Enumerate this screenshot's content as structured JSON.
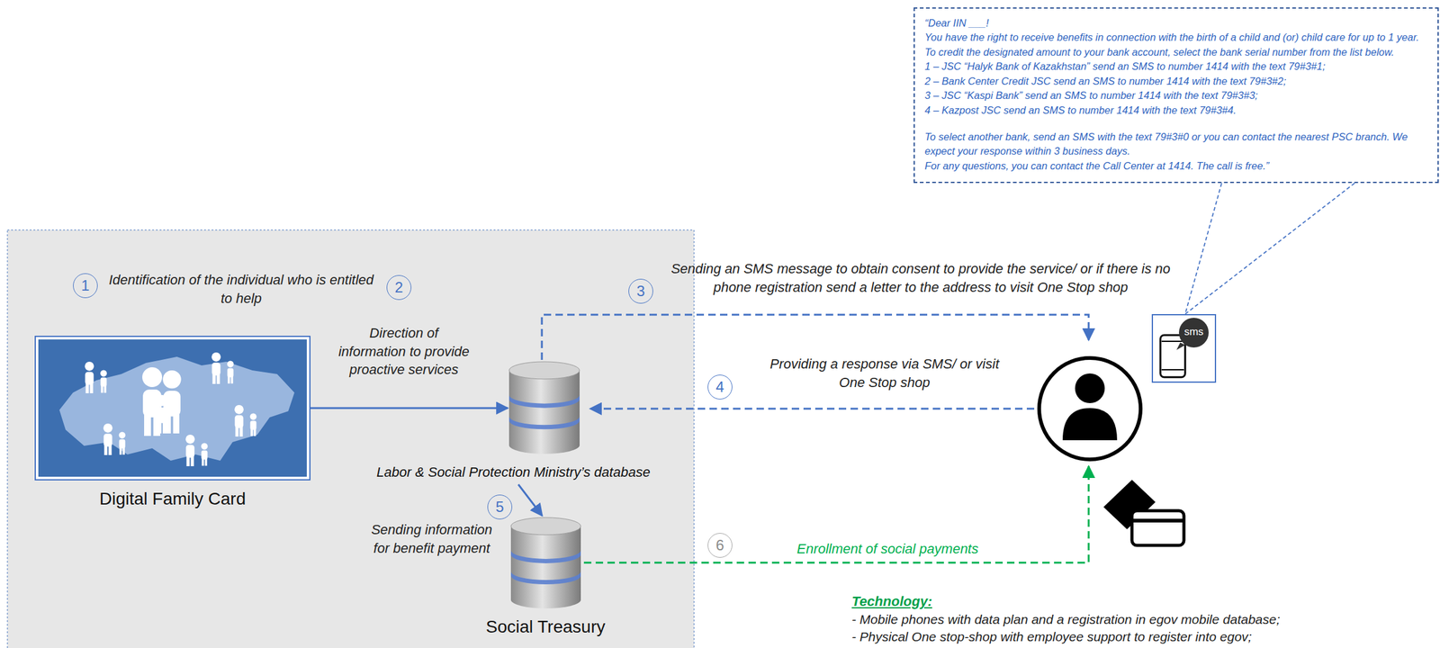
{
  "diagram": {
    "nodes": [
      {
        "text": [
          "Digital Family Card"
        ]
      },
      {
        "text": [
          "Labor & Social Protection Ministry’s database"
        ]
      },
      {
        "text": [
          "Social Treasury"
        ]
      },
      {
        "text": [
          "“Dear IIN ___!",
          "You have the right to receive benefits in connection with the birth of a child and (or) child care for up to 1 year.",
          "To credit the designated amount to your bank account, select the bank serial number from the list below.",
          "1 – JSC “Halyk Bank of Kazakhstan” send an SMS to number 1414 with the text 79#3#1;",
          "2 – Bank Center Credit JSC send an SMS to number 1414 with the text 79#3#2;",
          "3 – JSC “Kaspi Bank” send an SMS to number 1414 with the text 79#3#3;",
          "4 – Kazpost JSC send an SMS to number 1414 with the text 79#3#4.",
          "To select another bank, send an SMS with the text 79#3#0 or you can contact the nearest PSC branch. We expect your response within 3 business days.",
          "For any questions, you can contact the Call Center at 1414. The call is free.”"
        ]
      },
      {
        "text": [
          "sms"
        ]
      }
    ],
    "edges": [
      {
        "from": 0,
        "to": 1,
        "label": "Direction of information to provide proactive services",
        "arrow": "to"
      },
      {
        "from": 1,
        "to": 2,
        "arrow": "to"
      },
      {
        "from": 3,
        "to": 4,
        "arrow": "none"
      }
    ],
    "labels": [
      "1",
      "Identification of the individual who is entitled to help",
      "2",
      "3",
      "Sending an SMS message to obtain consent to provide the service/ or if there is no phone registration send a letter to the address to visit One Stop shop",
      "4",
      "Providing a response via SMS/ or visit One Stop shop",
      "5",
      "Sending information for benefit payment",
      "6",
      "Enrollment of social payments",
      "Technology:",
      "- Mobile phones with data plan and a registration in egov mobile database;",
      "- Physical One stop-shop with employee support to register into egov;"
    ]
  }
}
